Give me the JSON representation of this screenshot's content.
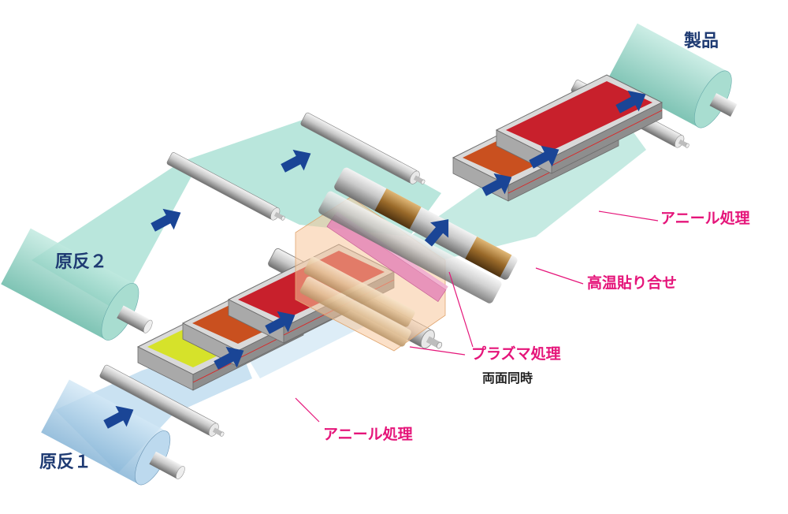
{
  "labels": {
    "product": "製品",
    "source2": "原反２",
    "source1": "原反１",
    "annealing_top": "アニール処理",
    "annealing_bottom": "アニール処理",
    "lamination": "高温貼り合せ",
    "plasma": "プラズマ処理",
    "plasma_sub": "両面同時"
  },
  "colors": {
    "film_green": "#7fd1bf",
    "film_blue": "#9fcbe8",
    "arrow": "#1a4596",
    "heater_red": "#c8202c",
    "heater_orange": "#c9501f",
    "heater_yellow": "#d6e22a",
    "plasma_zone": "#f7c79a",
    "plasma_electrode": "#e486b7",
    "copper_roll": "#8a5a1e",
    "label_navy": "#1f3b73",
    "label_pink": "#e5157a"
  }
}
